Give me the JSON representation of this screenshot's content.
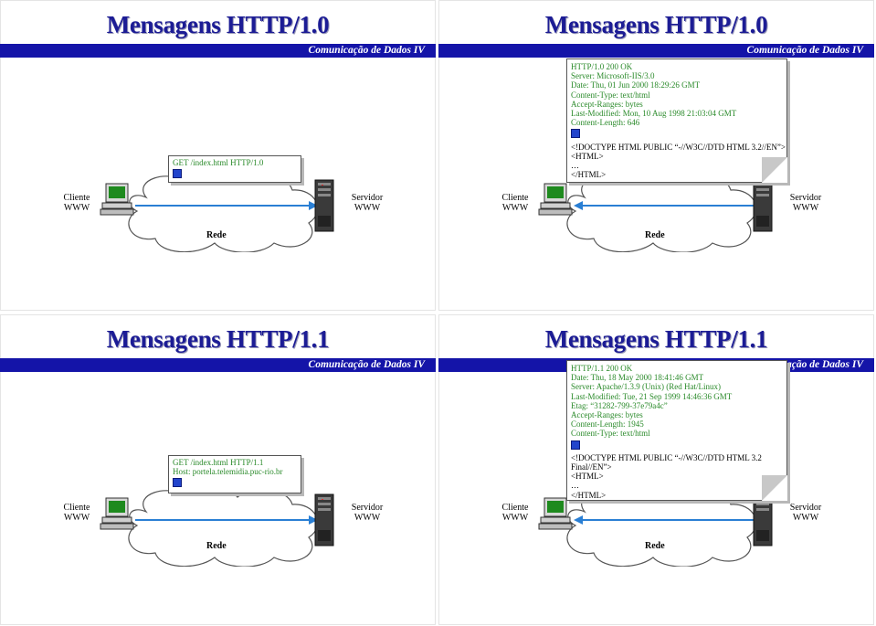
{
  "footer_text": "Comunicação de Dados IV",
  "labels": {
    "client_line1": "Cliente",
    "client_line2": "WWW",
    "server_line1": "Servidor",
    "server_line2": "WWW",
    "network": "Rede"
  },
  "colors": {
    "title": "#1c1c95",
    "bar": "#1414a8",
    "request_text": "#2a8a2a",
    "link": "#2a7fd4"
  },
  "slides": [
    {
      "title": "Mensagens HTTP/1.0",
      "request": [
        "GET /index.html HTTP/1.0"
      ]
    },
    {
      "title": "Mensagens HTTP/1.0",
      "response_headers": [
        "HTTP/1.0 200 OK",
        "Server: Microsoft-IIS/3.0",
        "Date: Thu, 01 Jun 2000 18:29:26 GMT",
        "Content-Type: text/html",
        "Accept-Ranges: bytes",
        "Last-Modified: Mon, 10 Aug 1998 21:03:04 GMT",
        "Content-Length: 646"
      ],
      "response_body": [
        "<!DOCTYPE HTML PUBLIC “-//W3C//DTD HTML 3.2//EN”>",
        "<HTML>",
        "…",
        "</HTML>"
      ]
    },
    {
      "title": "Mensagens HTTP/1.1",
      "request": [
        "GET /index.html HTTP/1.1",
        "Host: portela.telemidia.puc-rio.br"
      ]
    },
    {
      "title": "Mensagens HTTP/1.1",
      "response_headers": [
        "HTTP/1.1 200 OK",
        "Date: Thu, 18 May 2000 18:41:46 GMT",
        "Server: Apache/1.3.9 (Unix)  (Red Hat/Linux)",
        "Last-Modified: Tue, 21 Sep 1999 14:46:36 GMT",
        "Etag: “31282-799-37e79a4c”",
        "Accept-Ranges: bytes",
        "Content-Length: 1945",
        "Content-Type: text/html"
      ],
      "response_body": [
        "<!DOCTYPE HTML PUBLIC “-//W3C//DTD HTML 3.2",
        "Final//EN”>",
        "<HTML>",
        "…",
        "</HTML>"
      ]
    }
  ]
}
